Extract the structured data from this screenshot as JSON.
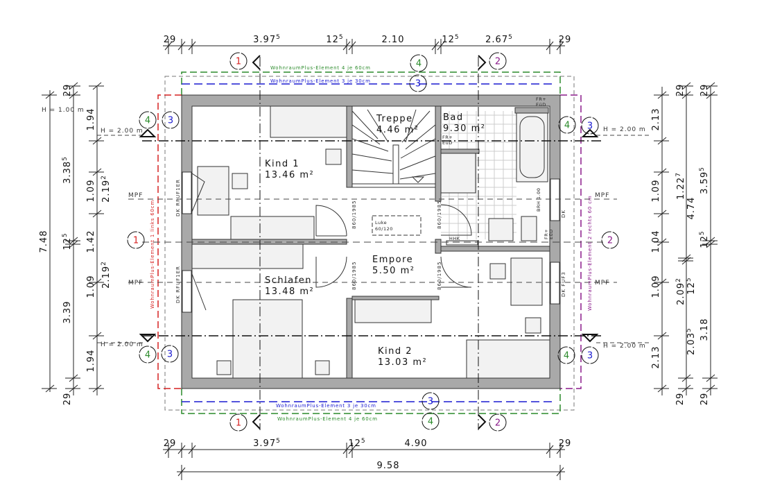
{
  "rooms": [
    {
      "name": "Kind 1",
      "area": "13.46 m²"
    },
    {
      "name": "Treppe",
      "area": "4.46 m²"
    },
    {
      "name": "Bad",
      "area": "9.30 m²"
    },
    {
      "name": "Empore",
      "area": "5.50 m²"
    },
    {
      "name": "Schlafen",
      "area": "13.48 m²"
    },
    {
      "name": "Kind 2",
      "area": "13.03 m²"
    }
  ],
  "dimensions": {
    "top": [
      {
        "v": "29",
        "s": ""
      },
      {
        "v": "3.97",
        "s": "5"
      },
      {
        "v": "12",
        "s": "5"
      },
      {
        "v": "2.10",
        "s": ""
      },
      {
        "v": "12",
        "s": "5"
      },
      {
        "v": "2.67",
        "s": "5"
      },
      {
        "v": "29",
        "s": ""
      }
    ],
    "bottom": [
      {
        "v": "29",
        "s": ""
      },
      {
        "v": "3.97",
        "s": "5"
      },
      {
        "v": "12",
        "s": "5"
      },
      {
        "v": "4.90",
        "s": ""
      },
      {
        "v": "29",
        "s": ""
      }
    ],
    "bottom_total": {
      "v": "9.58",
      "s": ""
    },
    "left_total": {
      "v": "7.48",
      "s": ""
    },
    "left_mid": [
      {
        "v": "29",
        "s": ""
      },
      {
        "v": "3.38",
        "s": "5"
      },
      {
        "v": "12",
        "s": "5"
      },
      {
        "v": "3.39",
        "s": ""
      },
      {
        "v": "29",
        "s": ""
      }
    ],
    "left_inner": [
      {
        "v": "1.94",
        "s": ""
      },
      {
        "v": "1.09",
        "s": ""
      },
      {
        "v": "1.42",
        "s": ""
      },
      {
        "v": "1.09",
        "s": ""
      },
      {
        "v": "1.94",
        "s": ""
      }
    ],
    "left_window": [
      {
        "v": "2.19",
        "s": "2"
      },
      {
        "v": "2.19",
        "s": "2"
      }
    ],
    "right_inner": [
      {
        "v": "2.13",
        "s": ""
      },
      {
        "v": "1.09",
        "s": ""
      },
      {
        "v": "1.04",
        "s": ""
      },
      {
        "v": "1.09",
        "s": ""
      },
      {
        "v": "2.13",
        "s": ""
      }
    ],
    "right_mid": [
      {
        "v": "29",
        "s": ""
      },
      {
        "v": "1.22",
        "s": "7"
      },
      {
        "v": "4.74",
        "s": ""
      },
      {
        "v": "2.09",
        "s": "2"
      },
      {
        "v": "12",
        "s": "5"
      },
      {
        "v": "2.03",
        "s": "5"
      },
      {
        "v": "29",
        "s": ""
      }
    ],
    "right_outer": [
      {
        "v": "29",
        "s": ""
      },
      {
        "v": "3.59",
        "s": "5"
      },
      {
        "v": "12",
        "s": "5"
      },
      {
        "v": "3.18",
        "s": ""
      },
      {
        "v": "29",
        "s": ""
      }
    ]
  },
  "heights": {
    "h100": "H = 1.00 m",
    "h200": "H = 2.00 m"
  },
  "annotations": {
    "mpf": "MPF",
    "door": "860/1985",
    "luke": "Luke",
    "luke_size": "60/120",
    "hhk": "HHK",
    "fr": "FR+",
    "eud": "EüD",
    "dk_rfufler": "DK RFUF1ER",
    "dk": "DK",
    "dk_fuf3": "DK FUF3",
    "brh": "BRH 1.00"
  },
  "wohnraumplus": {
    "e4": "WohnraumPlus-Element 4 je 60cm",
    "e3": "WohnraumPlus-Element 3 je 30cm",
    "e1": "WohnraumPlus-Element 1 links 60cm",
    "e2": "WohnraumPlus-Element 2 rechts 60 cm"
  },
  "markers": {
    "m1": "1",
    "m2": "2",
    "m3": "3",
    "m4": "4"
  },
  "colors": {
    "e1": "#d62020",
    "e2": "#8a1a8a",
    "e3": "#1a1ad0",
    "e4": "#2a8a2a",
    "wall": "#a9a9a9"
  }
}
